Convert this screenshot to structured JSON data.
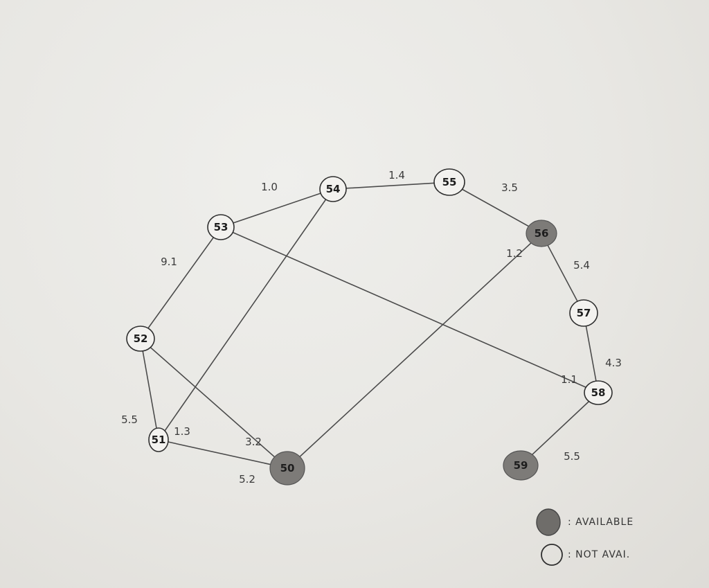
{
  "diagram": {
    "nodes": [
      {
        "id": "50",
        "label": "50",
        "status": "available"
      },
      {
        "id": "51",
        "label": "51",
        "status": "not_available"
      },
      {
        "id": "52",
        "label": "52",
        "status": "not_available"
      },
      {
        "id": "53",
        "label": "53",
        "status": "not_available"
      },
      {
        "id": "54",
        "label": "54",
        "status": "not_available"
      },
      {
        "id": "55",
        "label": "55",
        "status": "not_available"
      },
      {
        "id": "56",
        "label": "56",
        "status": "available"
      },
      {
        "id": "57",
        "label": "57",
        "status": "not_available"
      },
      {
        "id": "58",
        "label": "58",
        "status": "not_available"
      },
      {
        "id": "59",
        "label": "59",
        "status": "available"
      }
    ],
    "edges": [
      {
        "from": "53",
        "to": "54",
        "weight": "1.0"
      },
      {
        "from": "54",
        "to": "55",
        "weight": "1.4"
      },
      {
        "from": "55",
        "to": "56",
        "weight": "3.5"
      },
      {
        "from": "52",
        "to": "53",
        "weight": "9.1"
      },
      {
        "from": "56",
        "to": "57",
        "weight": "5.4"
      },
      {
        "from": "50",
        "to": "56",
        "weight": "1.2"
      },
      {
        "from": "57",
        "to": "58",
        "weight": "4.3"
      },
      {
        "from": "53",
        "to": "58",
        "weight": "1.1"
      },
      {
        "from": "51",
        "to": "52",
        "weight": "5.5"
      },
      {
        "from": "51",
        "to": "54",
        "weight": "1.3"
      },
      {
        "from": "50",
        "to": "52",
        "weight": "3.2"
      },
      {
        "from": "50",
        "to": "51",
        "weight": "5.2"
      },
      {
        "from": "58",
        "to": "59",
        "weight": "5.5"
      }
    ]
  },
  "legend": {
    "available_label": ": AVAILABLE",
    "not_available_label": ": NOT AVAI."
  },
  "colors": {
    "available_fill": "#7d7b78",
    "not_available_fill": "#f3f2ef",
    "edge": "#4b4b4b"
  }
}
